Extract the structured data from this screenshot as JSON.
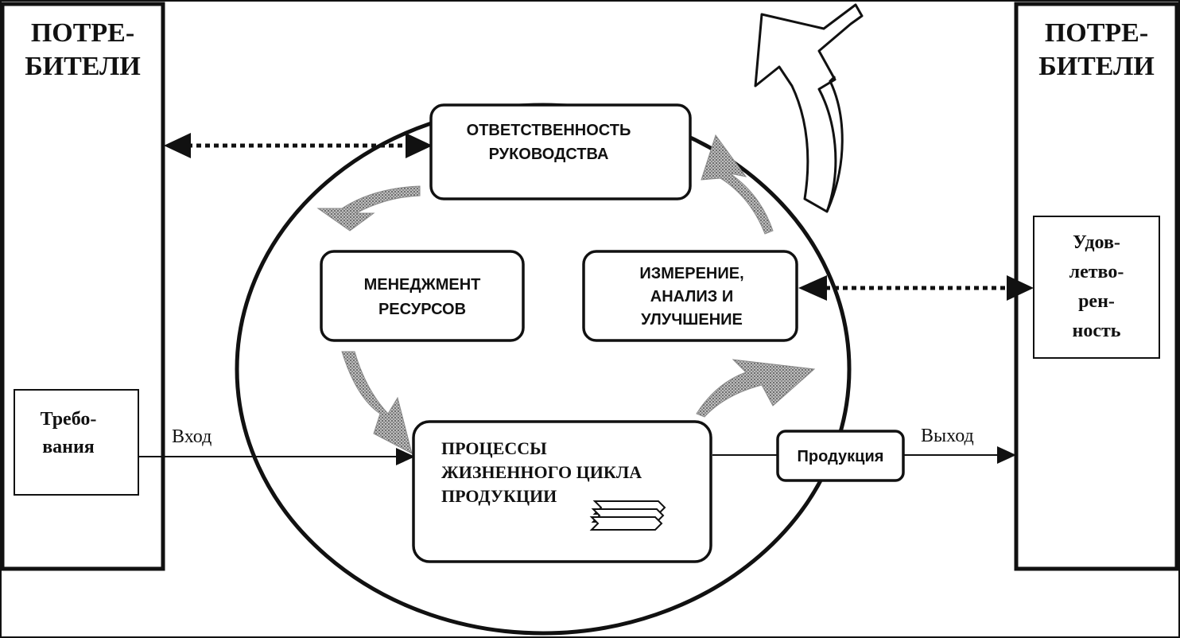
{
  "left_panel": {
    "title_lines": [
      "ПОТРЕ-",
      "БИТЕЛИ"
    ]
  },
  "right_panel": {
    "title_lines": [
      "ПОТРЕ-",
      "БИТЕЛИ"
    ]
  },
  "requirements": {
    "lines": [
      "Требо-",
      "вания"
    ]
  },
  "satisfaction": {
    "lines": [
      "Удов-",
      "летво-",
      "рен-",
      "ность"
    ]
  },
  "management": {
    "lines": [
      "ОТВЕТСТВЕННОСТЬ",
      "РУКОВОДСТВА"
    ]
  },
  "resources": {
    "lines": [
      "МЕНЕДЖМЕНТ",
      "РЕСУРСОВ"
    ]
  },
  "measurement": {
    "lines": [
      "ИЗМЕРЕНИЕ,",
      "АНАЛИЗ И",
      "УЛУЧШЕНИЕ"
    ]
  },
  "product_processes": {
    "lines": [
      "ПРОЦЕССЫ",
      "ЖИЗНЕННОГО ЦИКЛА",
      "ПРОДУКЦИИ"
    ]
  },
  "product": {
    "label": "Продукция"
  },
  "flow": {
    "input_label": "Вход",
    "output_label": "Выход"
  },
  "colors": {
    "ink": "#111111",
    "paper": "#ffffff",
    "cycle_arrow_gray": "#9a9a9a"
  }
}
